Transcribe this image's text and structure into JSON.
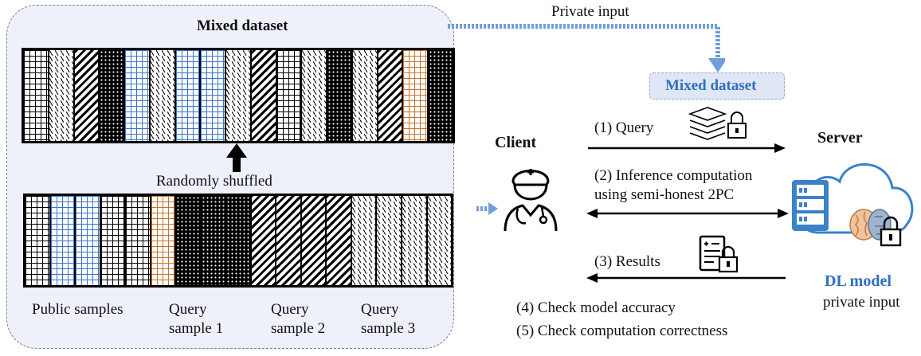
{
  "panel_title": "Mixed dataset",
  "shuffle_label": "Randomly shuffled",
  "private_input_top": "Private input",
  "mixed_dataset_tag": "Mixed dataset",
  "client_label": "Client",
  "server_label": "Server",
  "steps": {
    "query": "(1) Query",
    "inference_line1": "(2) Inference computation",
    "inference_line2": "using semi-honest 2PC",
    "results": "(3) Results",
    "check_accuracy": "(4) Check model accuracy",
    "check_correctness": "(5) Check computation correctness"
  },
  "model_label": "DL model",
  "model_sub": "private input",
  "groups": {
    "public": "Public samples",
    "q1_line1": "Query",
    "q1_line2": "sample 1",
    "q2_line1": "Query",
    "q2_line2": "sample 2",
    "q3_line1": "Query",
    "q3_line2": "sample 3"
  },
  "mixed_strip": [
    "grid",
    "wave",
    "diag",
    "dot",
    "gridblue",
    "wave",
    "gridblue",
    "gridblue",
    "wave",
    "diag",
    "grid",
    "wave",
    "dot",
    "wave",
    "diag",
    "gridorange",
    "dot"
  ],
  "sorted_strip": [
    "grid",
    "gridblue",
    "gridblue",
    "grid",
    "grid",
    "gridorange",
    "dot",
    "dot",
    "dot",
    "diag",
    "diag",
    "diag",
    "diag",
    "wave",
    "wave",
    "wave",
    "wave"
  ],
  "colors": {
    "accent_blue": "#2f6fc4",
    "panel_bg": "#eef0fa",
    "icon_blue": "#3b82c9"
  }
}
